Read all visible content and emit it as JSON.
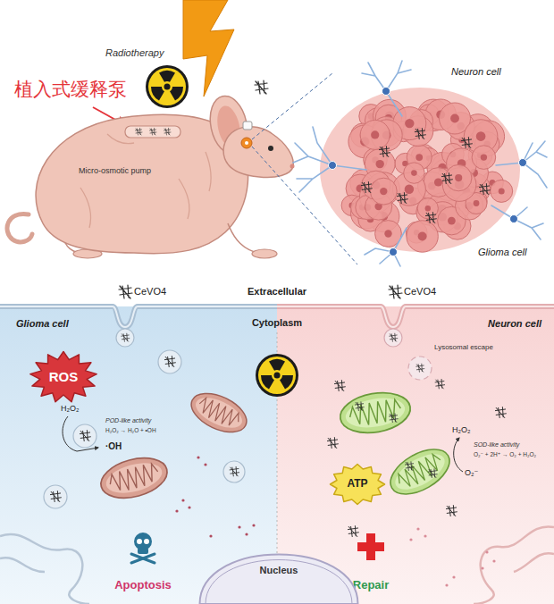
{
  "diagram": {
    "nodes": [
      {
        "text": [
          "ROS"
        ]
      },
      {
        "text": [
          "ATP"
        ]
      },
      {
        "text": [
          "Nucleus"
        ]
      }
    ],
    "labels": [
      "Radiotherapy",
      "植入式缓释泵",
      "Micro-osmotic pump",
      "Neuron cell",
      "Glioma cell",
      "CeVO4",
      "Extracellular",
      "CeVO4",
      "Cytoplasm",
      "Glioma cell",
      "Neuron cell",
      "Lysosomal escape",
      "H₂O₂",
      "POD-like activity",
      "H₂O₂ → H₂O + •OH",
      "·OH",
      "H₂O₂",
      "SOD-like activity",
      "O₂⁻ + 2H⁺ → O₂ + H₂O₂",
      "O₂⁻",
      "Apoptosis",
      "Repair"
    ]
  }
}
